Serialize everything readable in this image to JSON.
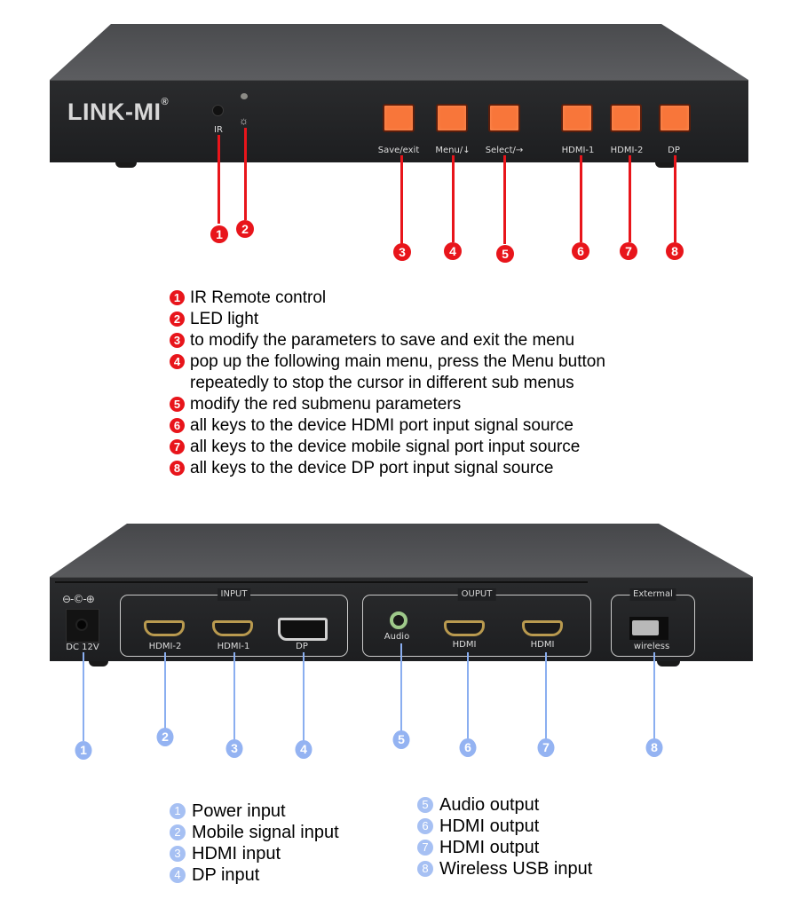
{
  "front_panel": {
    "brand_logo": "LINK-MI",
    "registered_mark": "®",
    "ir_label": "IR",
    "led_icon": "sun-icon",
    "buttons": [
      {
        "label": "Save/exit",
        "callout": "3"
      },
      {
        "label": "Menu/↓",
        "callout": "4"
      },
      {
        "label": "Select/→",
        "callout": "5"
      },
      {
        "label": "HDMI-1",
        "callout": "6"
      },
      {
        "label": "HDMI-2",
        "callout": "7"
      },
      {
        "label": "DP",
        "callout": "8"
      }
    ],
    "callouts": [
      "1",
      "2",
      "3",
      "4",
      "5",
      "6",
      "7",
      "8"
    ],
    "accent_color": "#e8151b",
    "button_color": "#f8763a"
  },
  "front_legend": [
    {
      "num": "1",
      "text": "IR Remote control"
    },
    {
      "num": "2",
      "text": "LED light"
    },
    {
      "num": "3",
      "text": "to modify the parameters to save and exit the menu"
    },
    {
      "num": "4",
      "text": "pop up the following main menu, press the Menu button repeatedly to stop the cursor in different sub menus"
    },
    {
      "num": "5",
      "text": "modify the red submenu parameters"
    },
    {
      "num": "6",
      "text": "all keys to the device HDMI port input signal source"
    },
    {
      "num": "7",
      "text": "all keys to the device mobile signal port input source"
    },
    {
      "num": "8",
      "text": "all keys to the device DP port input signal source"
    }
  ],
  "rear_panel": {
    "polarity_symbol": "⊖-©-⊕",
    "dc_label": "DC 12V",
    "input_group": {
      "title": "INPUT",
      "ports": [
        "HDMI-2",
        "HDMI-1",
        "DP"
      ]
    },
    "output_group": {
      "title": "OUPUT",
      "ports": [
        "Audio",
        "HDMI",
        "HDMI"
      ]
    },
    "external_group": {
      "title": "Extermal",
      "ports": [
        "wireless"
      ]
    },
    "callouts": [
      "1",
      "2",
      "3",
      "4",
      "5",
      "6",
      "7",
      "8"
    ],
    "accent_color": "#94b3f2"
  },
  "rear_legend": {
    "left": [
      {
        "num": "1",
        "text": "Power input"
      },
      {
        "num": "2",
        "text": "Mobile signal input"
      },
      {
        "num": "3",
        "text": "HDMI input"
      },
      {
        "num": "4",
        "text": "DP input"
      }
    ],
    "right": [
      {
        "num": "5",
        "text": "Audio output"
      },
      {
        "num": "6",
        "text": "HDMI output"
      },
      {
        "num": "7",
        "text": "HDMI output"
      },
      {
        "num": "8",
        "text": "Wireless USB input"
      }
    ]
  }
}
